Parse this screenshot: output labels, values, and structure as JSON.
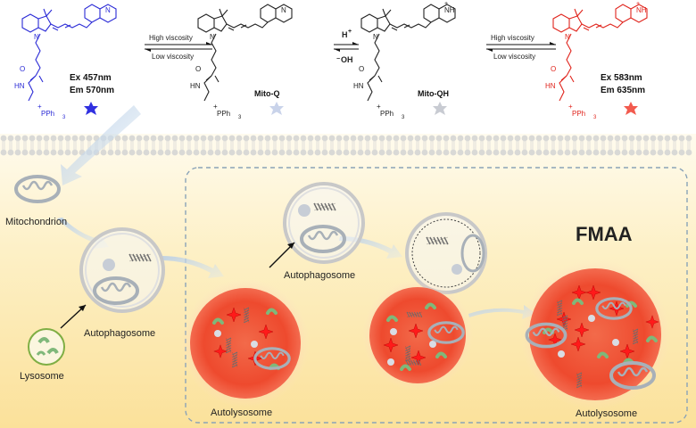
{
  "molecules": [
    {
      "name": "",
      "ex": "Ex 457nm",
      "em": "Em 570nm",
      "color": "#2b2bd6",
      "star": "#3030e0"
    },
    {
      "name": "Mito-Q",
      "color": "#222222",
      "star": "#c9d3ea"
    },
    {
      "name": "Mito-QH",
      "color": "#222222",
      "star": "#c8cbd2"
    },
    {
      "name": "",
      "ex": "Ex 583nm",
      "em": "Em 635nm",
      "color": "#e0241c",
      "star": "#f25a4e"
    }
  ],
  "atoms": {
    "nitrogen": "N",
    "nh": "NH",
    "amide_nh": "HN",
    "oxygen": "O",
    "phosphonium": "PPh",
    "phenyl_count": "3",
    "plus": "+"
  },
  "equilibria": {
    "left": {
      "forward": "High viscosity",
      "reverse": "Low viscosity"
    },
    "middle": {
      "forward": "H",
      "forward_charge": "+",
      "reverse": "OH",
      "reverse_charge": "−"
    },
    "right": {
      "forward": "High viscosity",
      "reverse": "Low viscosity"
    }
  },
  "cell_labels": {
    "mitochondrion": "Mitochondrion",
    "lysosome": "Lysosome",
    "autophagosome_left": "Autophagosome",
    "autophagosome_top": "Autophagosome",
    "autolysosome_left": "Autolysosome",
    "autolysosome_right": "Autolysosome",
    "box_title": "FMAA"
  },
  "colors": {
    "membrane": "#d9d9d6",
    "background_bottom": "#fbe7a8",
    "autolysosome": "#f0452d",
    "glow": "#ffb89a",
    "box_border": "#8aa3b8",
    "lysosome": "#7fae44",
    "green_blob": "#7fb87a"
  }
}
